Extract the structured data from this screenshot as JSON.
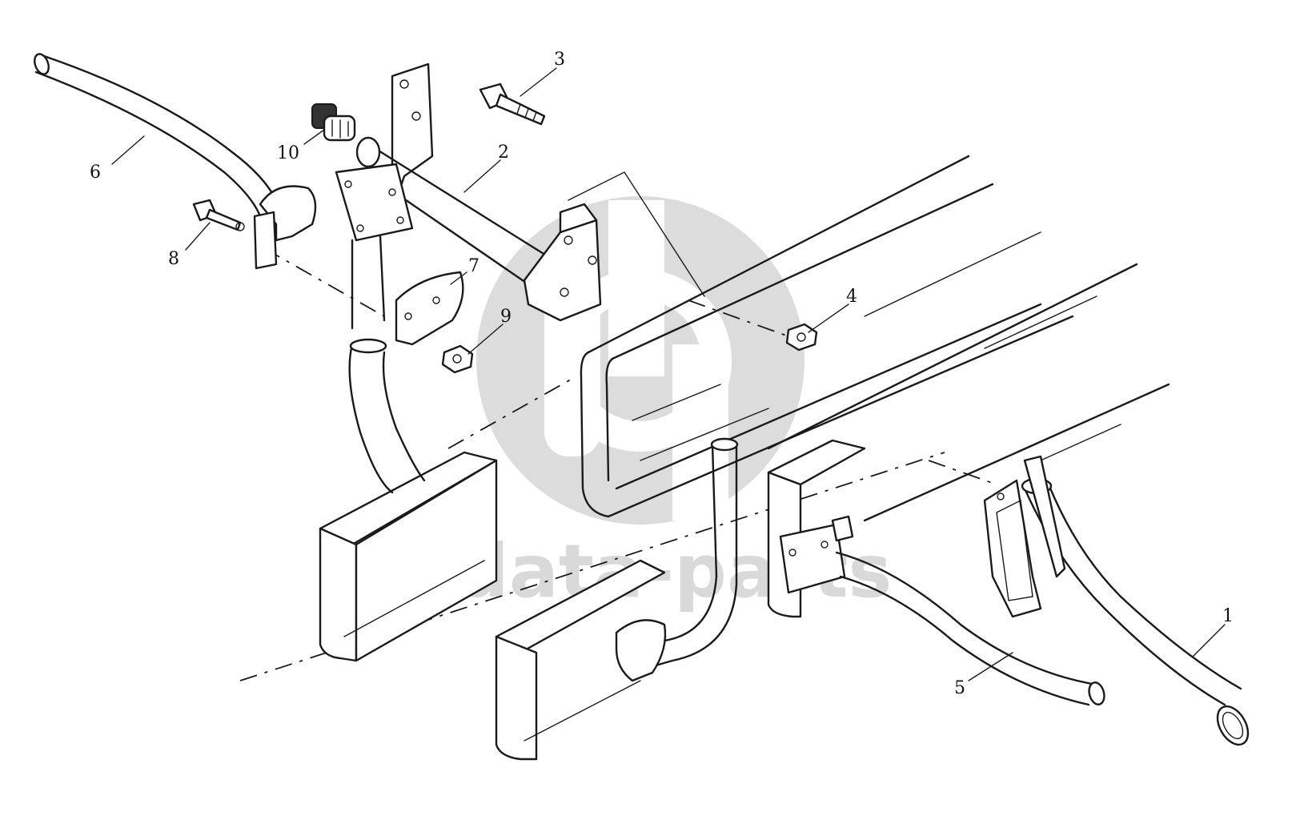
{
  "watermark": {
    "text": "data-parts",
    "color": "#d9d9d9"
  },
  "callouts": [
    {
      "id": "1",
      "label": "1"
    },
    {
      "id": "2",
      "label": "2"
    },
    {
      "id": "3",
      "label": "3"
    },
    {
      "id": "4",
      "label": "4"
    },
    {
      "id": "5",
      "label": "5"
    },
    {
      "id": "6",
      "label": "6"
    },
    {
      "id": "7",
      "label": "7"
    },
    {
      "id": "8",
      "label": "8"
    },
    {
      "id": "9",
      "label": "9"
    },
    {
      "id": "10",
      "label": "10"
    }
  ],
  "colors": {
    "line": "#1a1a1a",
    "background": "#ffffff"
  }
}
